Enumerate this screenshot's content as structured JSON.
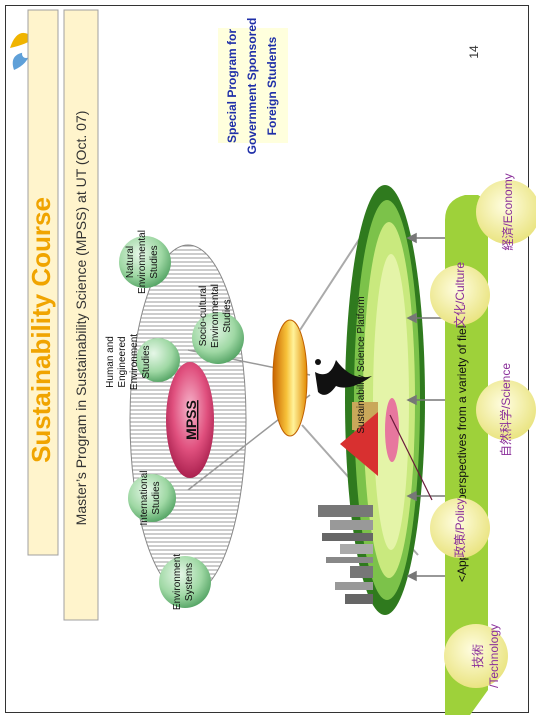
{
  "slide": {
    "title": "Sustainability Course",
    "subtitle": "Master’s Program in Sustainability Science (MPSS) at UT (Oct. 07)",
    "special_program": [
      "Special Program for",
      "Government Sponsored",
      "Foreign Students"
    ],
    "page_number": "14"
  },
  "mpss": {
    "center": "MPSS",
    "fields": {
      "environment_systems": [
        "Environment",
        "Systems"
      ],
      "international_studies": [
        "International",
        "Studies"
      ],
      "human_engineered": [
        "Human and",
        "Engineered",
        "Environment",
        "Studies"
      ],
      "natural_environmental": [
        "Natural",
        "Environmental",
        "Studies"
      ],
      "socio_cultural": [
        "Socio-cultural",
        "Environmental",
        "Studies"
      ]
    }
  },
  "platform": {
    "label": "Sustainability Science Platform",
    "approaches": "<Approaches / perspectives from a variety of fields>"
  },
  "perspectives": {
    "technology": [
      "技術",
      "/Technology"
    ],
    "policy": "政策/Policy",
    "science": "自然科学/Science",
    "culture": "文化/Culture",
    "economy": "経済/Economy"
  },
  "colors": {
    "title_orange": "#f0a400",
    "title_bar": "#fff4cc",
    "special_blue": "#1f2fa8",
    "special_bg": "#ffffdd",
    "platform_dark": "#2f7a1e",
    "platform_mid": "#7cc24a",
    "platform_light": "#e4f4a8",
    "bubble_green": "#9fd8a4",
    "mpss_pink": "#d8346a",
    "yellow_circle": "#f4f0a0",
    "purple_text": "#8a2f9a"
  }
}
